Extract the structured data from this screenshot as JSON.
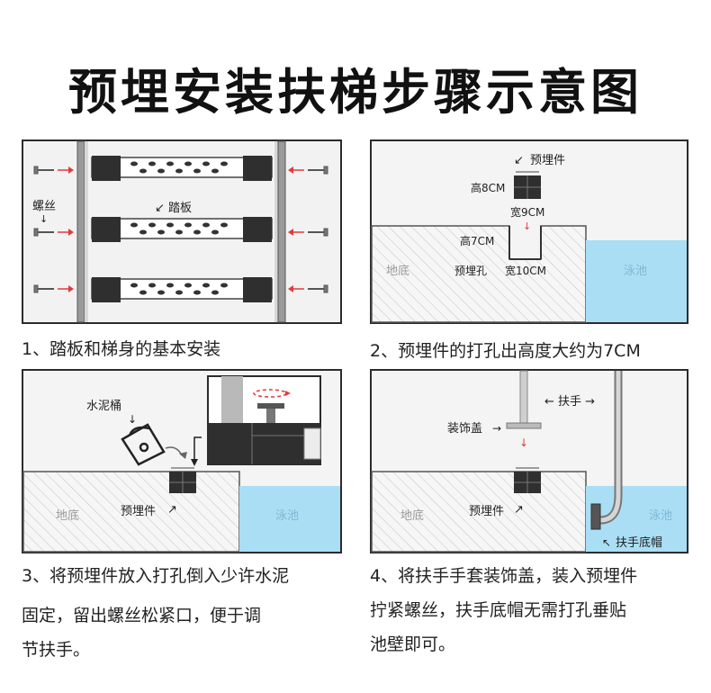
{
  "title": "预埋安装扶梯步骤示意图",
  "panel1": {
    "label_screw": "螺丝",
    "label_step": "踏板",
    "caption": "1、踏板和梯身的基本安装"
  },
  "panel2": {
    "label_part": "预埋件",
    "label_h8": "高8CM",
    "label_w9": "宽9CM",
    "label_h7": "高7CM",
    "label_ground": "地底",
    "label_hole": "预埋孔",
    "label_w10": "宽10CM",
    "label_pool": "泳池",
    "caption": "2、预埋件的打孔出高度大约为7CM"
  },
  "panel3": {
    "label_bucket": "水泥桶",
    "label_ground": "地底",
    "label_part": "预埋件",
    "label_pool": "泳池",
    "caption_lines": [
      "3、将预埋件放入打孔倒入少许水泥",
      "固定，留出螺丝松紧口，便于调",
      "节扶手。"
    ]
  },
  "panel4": {
    "label_handrail": "← 扶手 →",
    "label_cover": "装饰盖",
    "label_ground": "地底",
    "label_part": "预埋件",
    "label_pool": "泳池",
    "label_cap": "扶手底帽",
    "caption_lines": [
      "4、将扶手手套装饰盖，装入预埋件",
      "拧紧螺丝，扶手底帽无需打孔垂贴",
      "池壁即可。"
    ]
  },
  "colors": {
    "pool": "#a9def5",
    "frame": "#2b2b2b",
    "ground_bg": "#f4f4f4",
    "bg": "#ffffff"
  }
}
